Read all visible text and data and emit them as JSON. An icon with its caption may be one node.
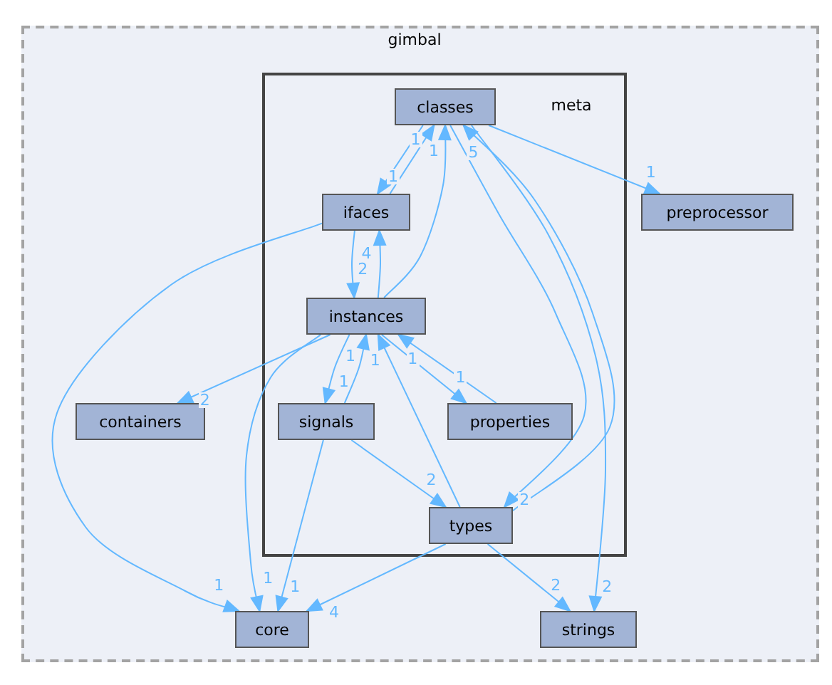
{
  "diagram": {
    "nodes": [
      {
        "text": [
          "gimbal"
        ]
      },
      {
        "text": [
          "meta"
        ],
        "in": 0
      },
      {
        "text": [
          "classes"
        ],
        "in": 1
      },
      {
        "text": [
          "ifaces"
        ],
        "in": 1
      },
      {
        "text": [
          "preprocessor"
        ],
        "in": 0
      },
      {
        "text": [
          "instances"
        ],
        "in": 1
      },
      {
        "text": [
          "containers"
        ],
        "in": 0
      },
      {
        "text": [
          "signals"
        ],
        "in": 1
      },
      {
        "text": [
          "properties"
        ],
        "in": 1
      },
      {
        "text": [
          "types"
        ],
        "in": 1
      },
      {
        "text": [
          "core"
        ],
        "in": 0
      },
      {
        "text": [
          "strings"
        ],
        "in": 0
      }
    ],
    "edges": [
      {
        "from": 2,
        "to": 3,
        "arrow": "to",
        "label": "1"
      },
      {
        "from": 3,
        "to": 2,
        "arrow": "to",
        "label": "1"
      },
      {
        "from": 5,
        "to": 2,
        "arrow": "to",
        "label": "1"
      },
      {
        "from": 2,
        "to": 9,
        "arrow": "to",
        "label": "2"
      },
      {
        "from": 9,
        "to": 2,
        "arrow": "to",
        "label": "5"
      },
      {
        "from": 2,
        "to": 11,
        "arrow": "to",
        "label": "2"
      },
      {
        "from": 2,
        "to": 4,
        "arrow": "to",
        "label": "1"
      },
      {
        "from": 3,
        "to": 5,
        "arrow": "to",
        "label": "2"
      },
      {
        "from": 5,
        "to": 3,
        "arrow": "to",
        "label": "4"
      },
      {
        "from": 3,
        "to": 10,
        "arrow": "to",
        "label": "1"
      },
      {
        "from": 5,
        "to": 6,
        "arrow": "to",
        "label": "2"
      },
      {
        "from": 5,
        "to": 10,
        "arrow": "to",
        "label": "1"
      },
      {
        "from": 5,
        "to": 7,
        "arrow": "to",
        "label": "1"
      },
      {
        "from": 7,
        "to": 5,
        "arrow": "to",
        "label": "1"
      },
      {
        "from": 9,
        "to": 5,
        "arrow": "to",
        "label": "1"
      },
      {
        "from": 5,
        "to": 8,
        "arrow": "to",
        "label": "1"
      },
      {
        "from": 8,
        "to": 5,
        "arrow": "to",
        "label": "1"
      },
      {
        "from": 7,
        "to": 9,
        "arrow": "to",
        "label": "2"
      },
      {
        "from": 7,
        "to": 10,
        "arrow": "to",
        "label": "1"
      },
      {
        "from": 9,
        "to": 10,
        "arrow": "to",
        "label": "4"
      },
      {
        "from": 9,
        "to": 11,
        "arrow": "to",
        "label": "2"
      }
    ]
  }
}
